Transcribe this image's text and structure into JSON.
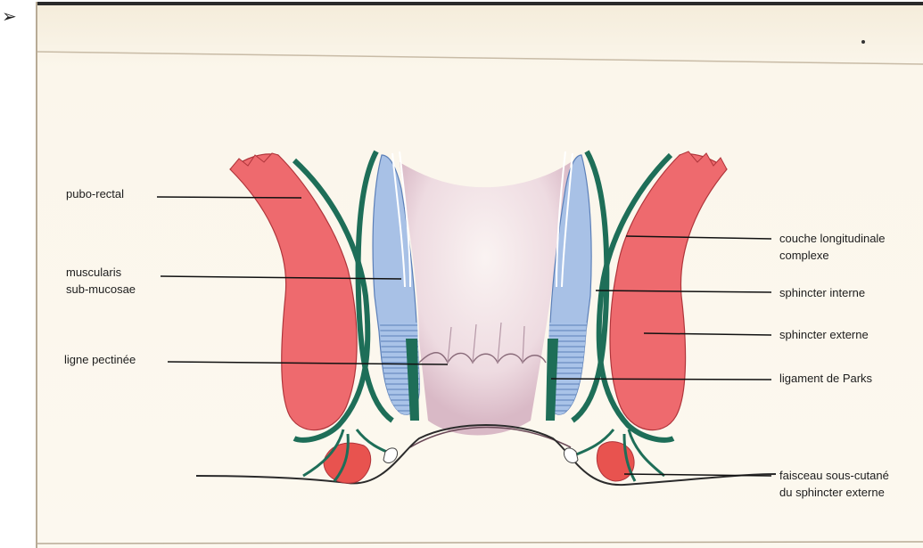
{
  "bullet": "➢",
  "labels": {
    "pubo_rectal": "pubo-rectal",
    "muscularis_line1": "muscularis",
    "muscularis_line2": "sub-mucosae",
    "ligne_pectinee": "ligne pectinée",
    "couche_line1": "couche longitudinale",
    "couche_line2": "complexe",
    "sphincter_interne": "sphincter interne",
    "sphincter_externe": "sphincter externe",
    "ligament_parks": "ligament de Parks",
    "faisceau_line1": "faisceau sous-cutané",
    "faisceau_line2": "du sphincter externe"
  },
  "colors": {
    "muscle_red": "#ee6a6e",
    "fascia_green": "#1e6e58",
    "internal_blue": "#a8c1e6",
    "mucosa_pink": "#ead3dc",
    "background": "#fbf5ea"
  }
}
